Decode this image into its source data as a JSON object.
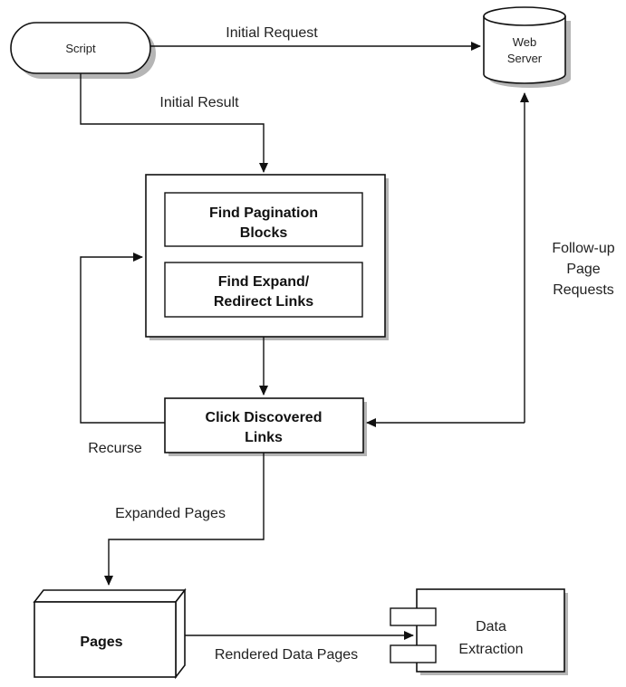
{
  "nodes": {
    "script": {
      "label": "Script"
    },
    "web_server": {
      "label_lines": [
        "Web",
        "Server"
      ]
    },
    "find_pagination": {
      "label_lines": [
        "Find Pagination",
        "Blocks"
      ]
    },
    "find_expand": {
      "label_lines": [
        "Find Expand/",
        "Redirect Links"
      ]
    },
    "click_discovered": {
      "label_lines": [
        "Click Discovered",
        "Links"
      ]
    },
    "pages": {
      "label": "Pages"
    },
    "data_extraction": {
      "label_lines": [
        "Data",
        "Extraction"
      ]
    }
  },
  "edges": {
    "initial_request": {
      "label": "Initial Request"
    },
    "initial_result": {
      "label": "Initial Result"
    },
    "follow_up": {
      "label_lines": [
        "Follow-up",
        "Page",
        "Requests"
      ]
    },
    "recurse": {
      "label": "Recurse"
    },
    "expanded_pages": {
      "label": "Expanded Pages"
    },
    "rendered_data_pages": {
      "label": "Rendered Data Pages"
    }
  },
  "colors": {
    "stroke": "#111111",
    "text": "#222222",
    "fill": "#ffffff",
    "shadow": "#b5b5b5"
  }
}
